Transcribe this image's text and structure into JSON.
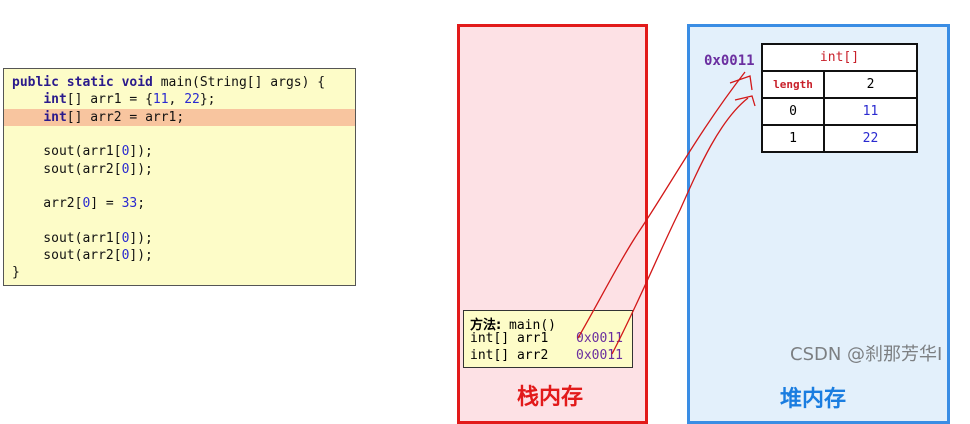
{
  "code": {
    "lines": [
      {
        "parts": [
          {
            "t": "public static void ",
            "c": "kw"
          },
          {
            "t": "main(String[] args) {",
            "c": ""
          }
        ]
      },
      {
        "parts": [
          {
            "t": "    "
          },
          {
            "t": "int",
            "c": "kw"
          },
          {
            "t": "[] arr1 = {"
          },
          {
            "t": "11",
            "c": "num"
          },
          {
            "t": ", "
          },
          {
            "t": "22",
            "c": "num"
          },
          {
            "t": "};"
          }
        ]
      },
      {
        "parts": [
          {
            "t": "    "
          },
          {
            "t": "int",
            "c": "kw"
          },
          {
            "t": "[] arr2 = arr1;"
          }
        ]
      },
      {
        "parts": []
      },
      {
        "parts": [
          {
            "t": "    sout(arr1["
          },
          {
            "t": "0",
            "c": "num"
          },
          {
            "t": "]);"
          }
        ]
      },
      {
        "parts": [
          {
            "t": "    sout(arr2["
          },
          {
            "t": "0",
            "c": "num"
          },
          {
            "t": "]);"
          }
        ]
      },
      {
        "parts": []
      },
      {
        "parts": [
          {
            "t": "    arr2["
          },
          {
            "t": "0",
            "c": "num"
          },
          {
            "t": "] = "
          },
          {
            "t": "33",
            "c": "num"
          },
          {
            "t": ";"
          }
        ]
      },
      {
        "parts": []
      },
      {
        "parts": [
          {
            "t": "    sout(arr1["
          },
          {
            "t": "0",
            "c": "num"
          },
          {
            "t": "]);"
          }
        ]
      },
      {
        "parts": [
          {
            "t": "    sout(arr2["
          },
          {
            "t": "0",
            "c": "num"
          },
          {
            "t": "]);"
          }
        ]
      },
      {
        "parts": [
          {
            "t": "}"
          }
        ]
      }
    ],
    "highlighted_line": 3
  },
  "stack": {
    "label": "栈内存",
    "method_label": "方法:",
    "method_name": " main()",
    "vars": [
      {
        "decl": "int[] arr1",
        "value": "0x0011"
      },
      {
        "decl": "int[] arr2",
        "value": "0x0011"
      }
    ]
  },
  "heap": {
    "label": "堆内存",
    "address": "0x0011",
    "array": {
      "type": "int[]",
      "length_label": "length",
      "length": "2",
      "rows": [
        {
          "index": "0",
          "value": "11"
        },
        {
          "index": "1",
          "value": "22"
        }
      ]
    }
  },
  "watermark": "CSDN @刹那芳华I",
  "colors": {
    "stack_border": "#e21a1a",
    "heap_border": "#3a8de4",
    "address": "#6b2fa0",
    "highlight": "#f8c59f"
  }
}
